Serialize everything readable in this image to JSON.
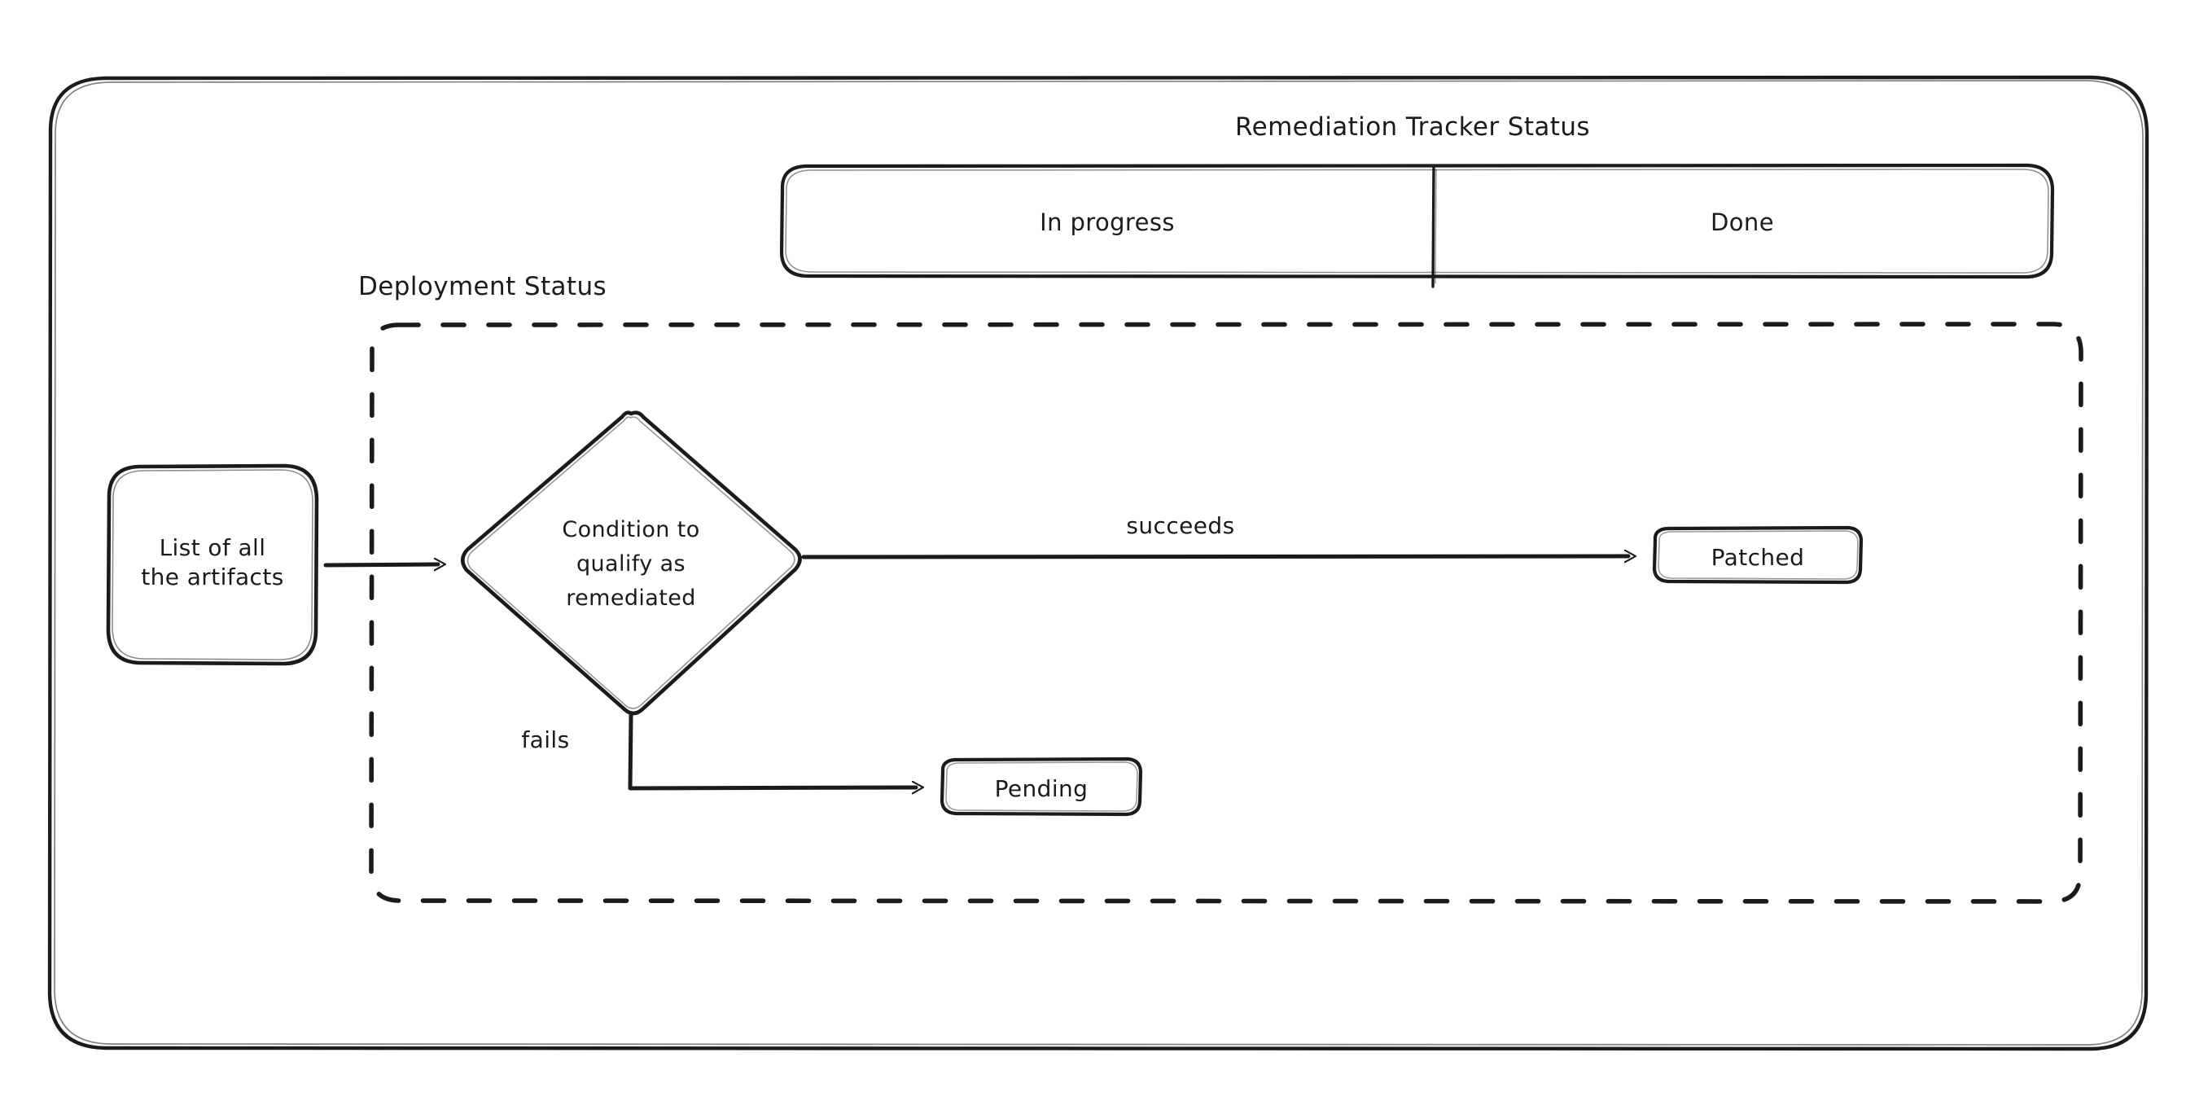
{
  "diagram": {
    "title": "Remediation Tracker Status",
    "background": "#ffffff",
    "stroke_color": "#1b1b1f",
    "tracker_bar": {
      "cells": [
        {
          "label": "In progress"
        },
        {
          "label": "Done"
        }
      ]
    },
    "deployment_group": {
      "label": "Deployment Status"
    },
    "nodes": {
      "artifacts": {
        "label": "List of all\nthe artifacts"
      },
      "decision_line_1": "Condition to",
      "decision_line_2": "qualify as",
      "decision_line_3": "remediated",
      "patched": {
        "label": "Patched"
      },
      "pending": {
        "label": "Pending"
      }
    },
    "edges": {
      "succeeds": "succeeds",
      "fails": "fails"
    }
  }
}
